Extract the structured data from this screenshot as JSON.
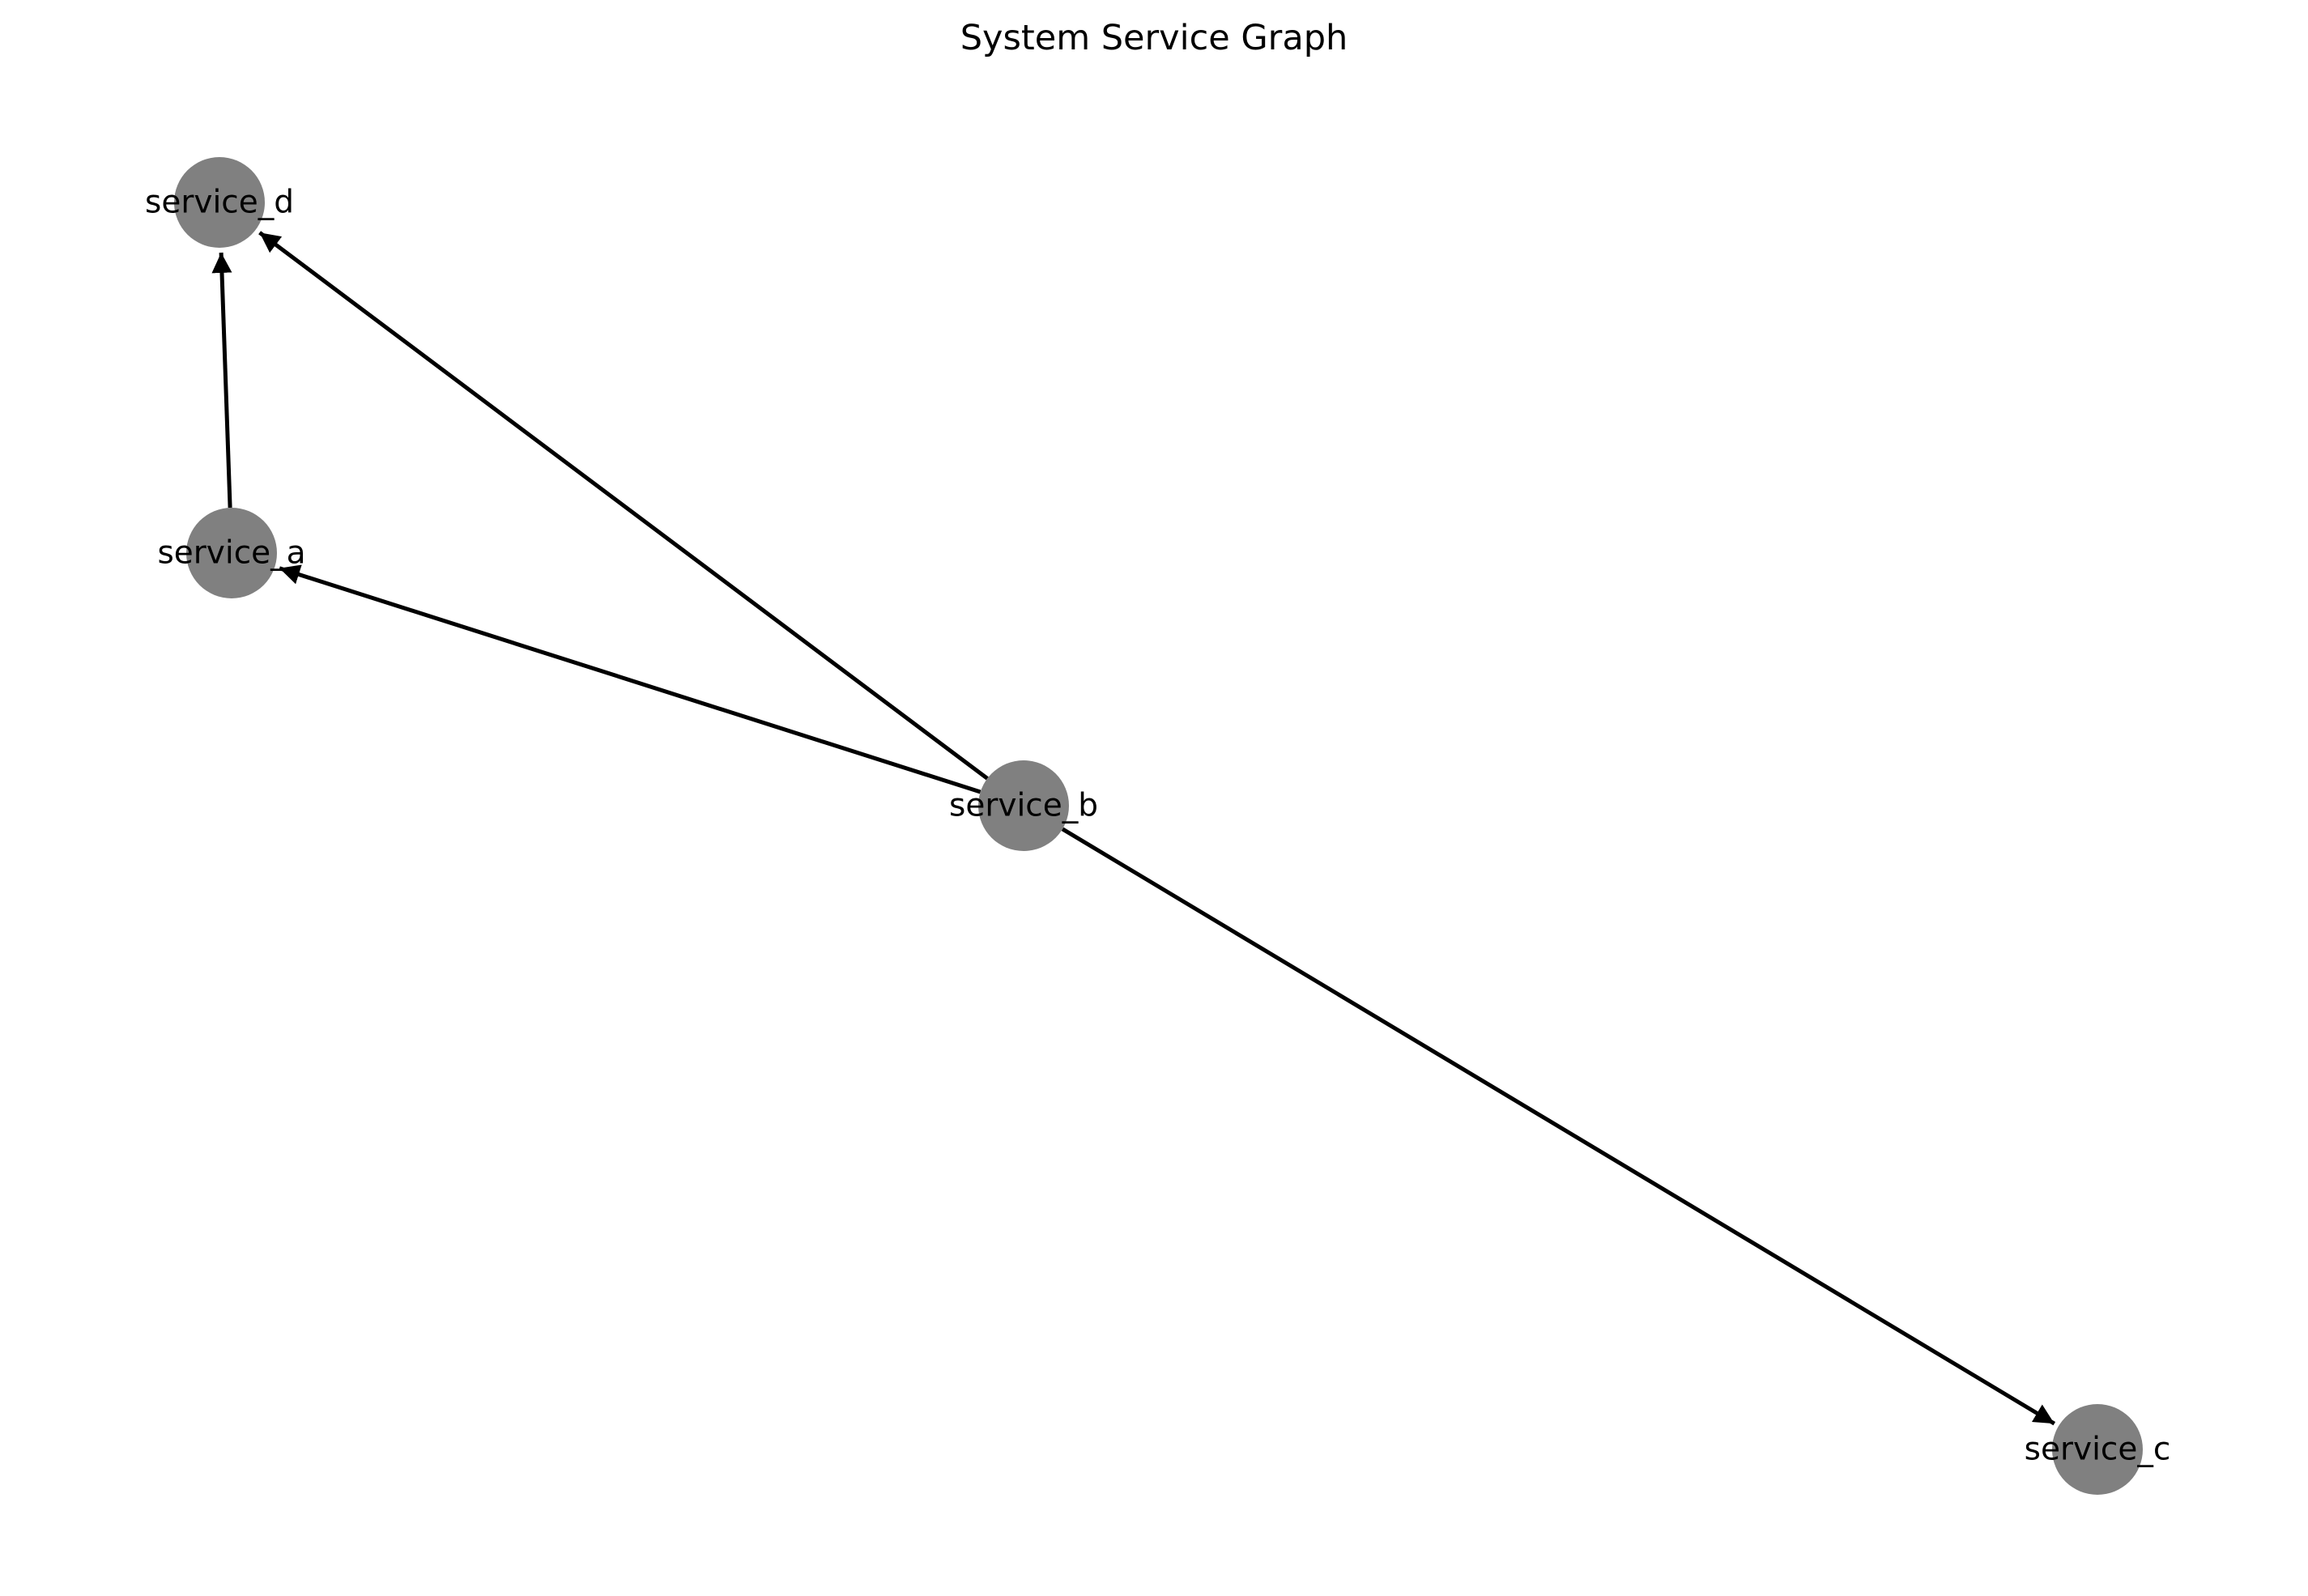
{
  "diagram": {
    "title": "System Service Graph",
    "style": {
      "node_color": "#808080",
      "edge_color": "#000000",
      "label_color": "#000000",
      "background": "#ffffff"
    },
    "nodes": [
      {
        "id": "service_d",
        "label": "service_d"
      },
      {
        "id": "service_a",
        "label": "service_a"
      },
      {
        "id": "service_b",
        "label": "service_b"
      },
      {
        "id": "service_c",
        "label": "service_c"
      }
    ],
    "edges": [
      {
        "source": "service_a",
        "target": "service_d",
        "directed": true
      },
      {
        "source": "service_b",
        "target": "service_d",
        "directed": true
      },
      {
        "source": "service_b",
        "target": "service_a",
        "directed": true
      },
      {
        "source": "service_b",
        "target": "service_c",
        "directed": true
      }
    ]
  }
}
